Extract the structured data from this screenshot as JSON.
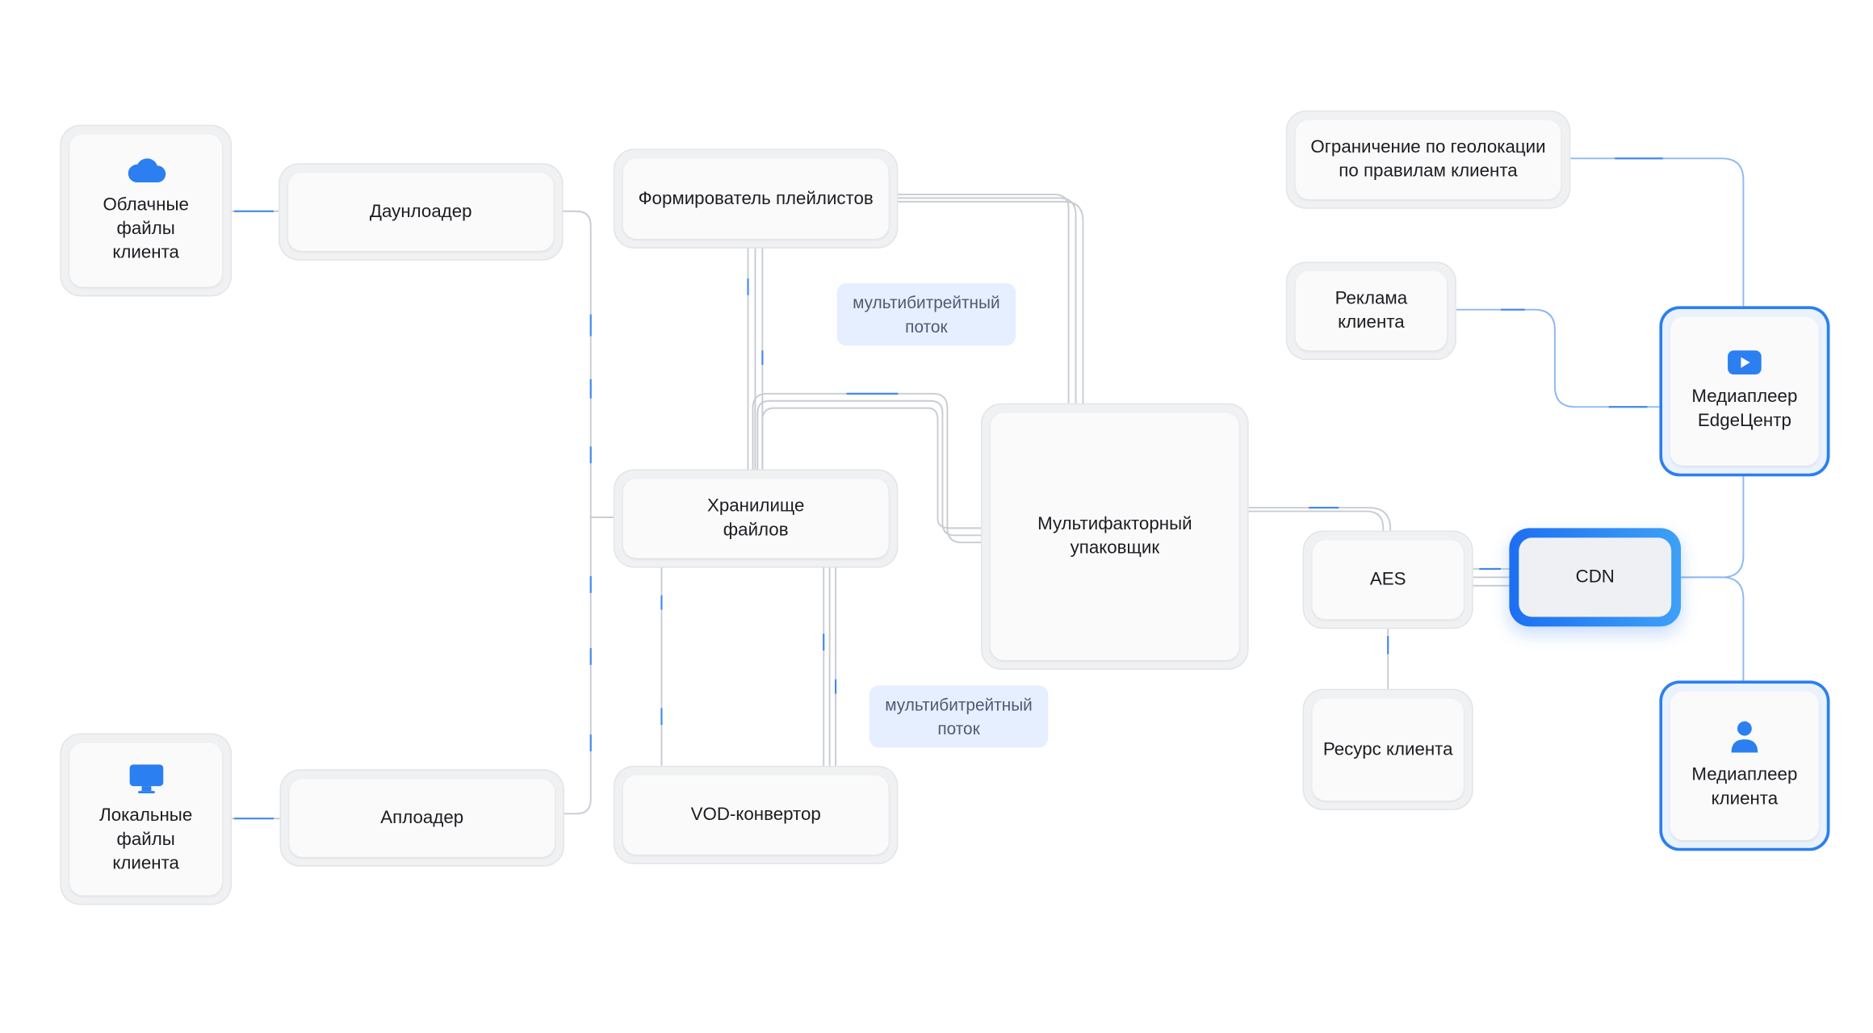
{
  "nodes": {
    "cloud_files": "Облачные\nфайлы\nклиента",
    "local_files": "Локальные\nфайлы\nклиента",
    "downloader": "Даунлоадер",
    "uploader": "Аплоадер",
    "playlist_builder": "Формирователь плейлистов",
    "file_storage": "Хранилище\nфайлов",
    "vod_converter": "VOD-конвертор",
    "multi_packager": "Мультифакторный\nупаковщик",
    "geo_restriction": "Ограничение по геолокации\nпо правилам клиента",
    "client_ads": "Реклама\nклиента",
    "aes": "AES",
    "cdn": "CDN",
    "client_resource": "Ресурс клиента",
    "edge_player": "Медиаплеер\nEdgeЦентр",
    "client_player": "Медиаплеер\nклиента"
  },
  "tags": {
    "multibitrate_top": "мультибитрейтный\nпоток",
    "multibitrate_bottom": "мультибитрейтный\nпоток"
  },
  "icons": {
    "cloud": "cloud-icon",
    "monitor": "monitor-icon",
    "play": "play-icon",
    "user": "user-icon"
  },
  "colors": {
    "accent": "#2b7ff0",
    "connector": "#c8ccd3",
    "connector_blue": "#8db9f2",
    "node_bg": "#f0f1f3",
    "tag_bg": "#e6efff"
  }
}
